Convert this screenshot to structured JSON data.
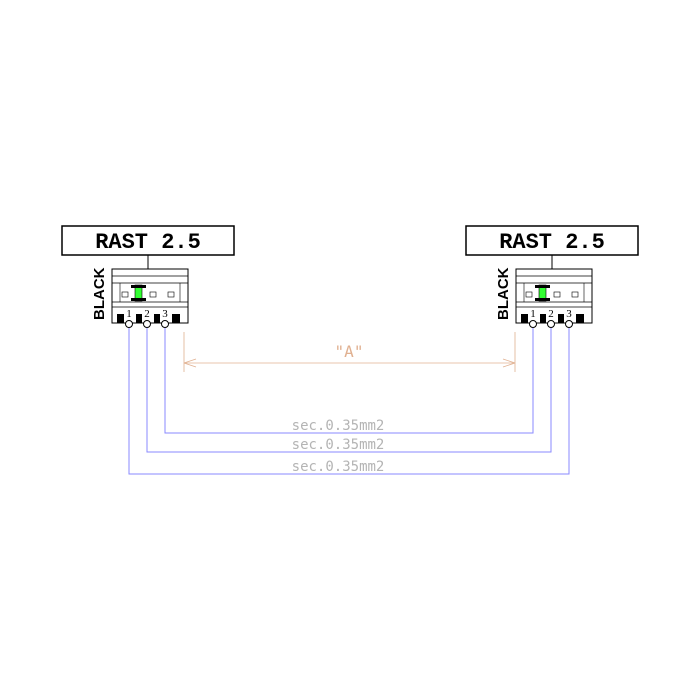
{
  "connectors": [
    {
      "label": "RAST 2.5",
      "color": "BLACK",
      "pins": [
        "1",
        "2",
        "3"
      ]
    },
    {
      "label": "RAST 2.5",
      "color": "BLACK",
      "pins": [
        "1",
        "2",
        "3"
      ]
    }
  ],
  "dimension": {
    "label": "\"A\""
  },
  "wires": [
    {
      "section": "sec.0.35mm2"
    },
    {
      "section": "sec.0.35mm2"
    },
    {
      "section": "sec.0.35mm2"
    }
  ],
  "colors": {
    "wire": "#8a8aff",
    "wire_text": "#b4b4b4",
    "dimension": "#e0b090",
    "latch": "#33ff33",
    "ink": "#000000"
  }
}
